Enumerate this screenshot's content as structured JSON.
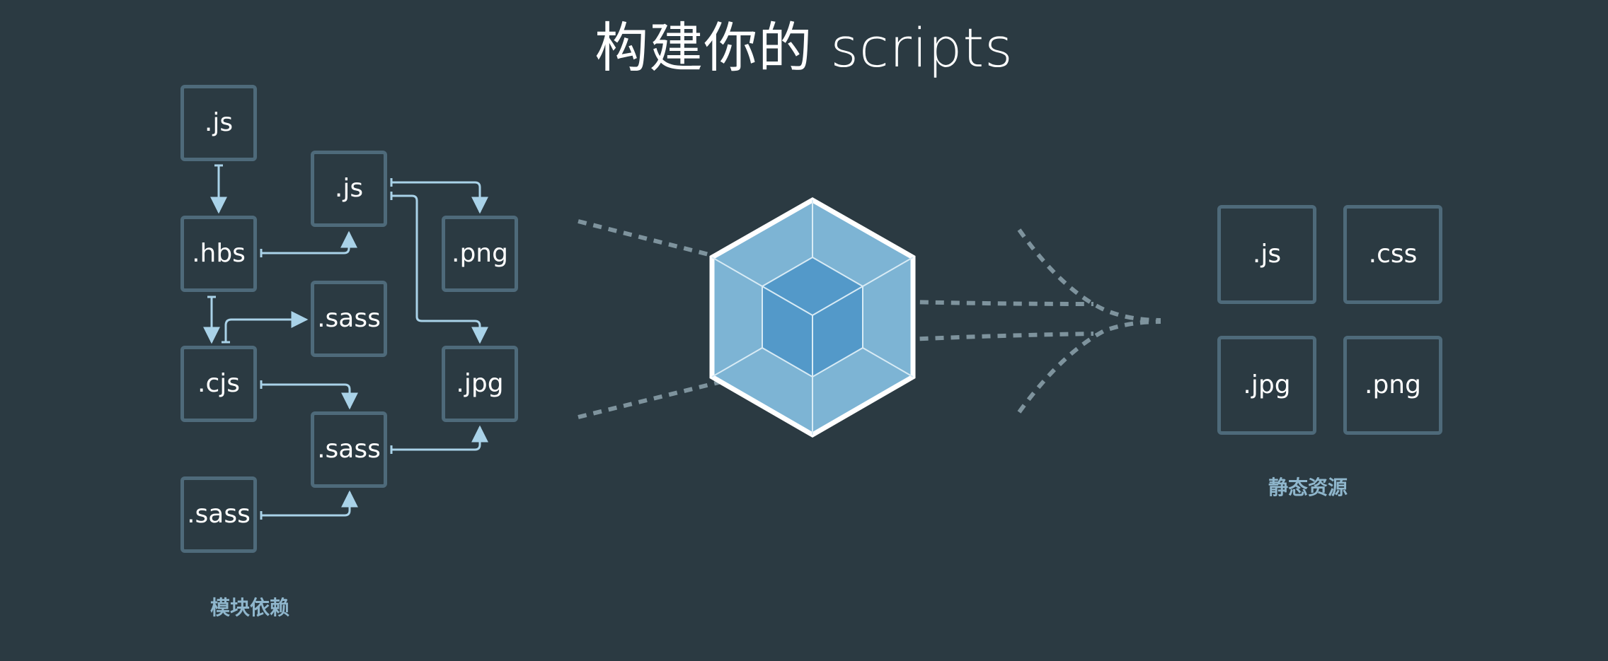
{
  "title": "构建你的 scripts",
  "modules": {
    "caption": "模块依赖",
    "boxes": [
      ".js",
      ".hbs",
      ".cjs",
      ".sass",
      ".js",
      ".sass",
      ".sass",
      ".png",
      ".jpg"
    ]
  },
  "assets": {
    "caption": "静态资源",
    "boxes": [
      ".js",
      ".css",
      ".jpg",
      ".png"
    ]
  },
  "colors": {
    "background": "#2b3a42",
    "box_border": "#4e6a7a",
    "arrow": "#a9d2e8",
    "cube_outer": "#7db4d4",
    "cube_inner": "#5399c9",
    "caption": "#8fb6cc"
  },
  "icons": {
    "center": "webpack-cube-icon"
  }
}
